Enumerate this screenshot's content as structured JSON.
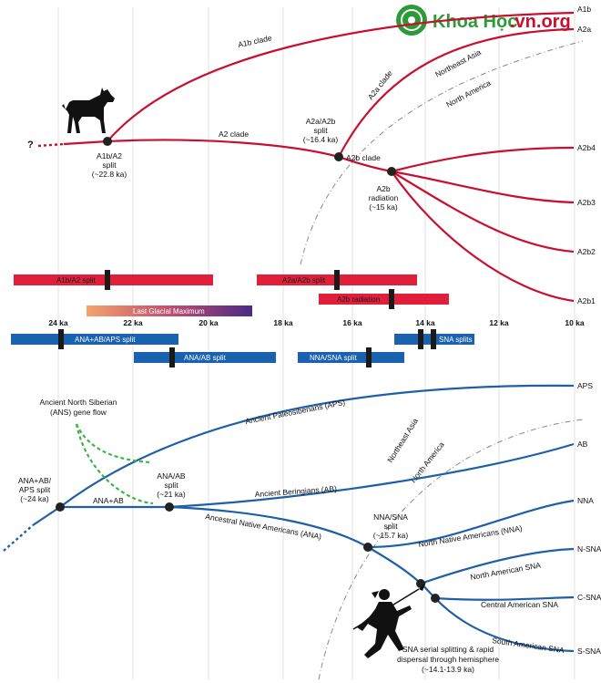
{
  "watermark": {
    "brand": "KhoaHoc",
    "logo_text": "KhoaHoc",
    "suffix": ".vn.org",
    "brand_display": "Khoa Học"
  },
  "timeline": {
    "ticks": [
      "24 ka",
      "22 ka",
      "20 ka",
      "18 ka",
      "16 ka",
      "14 ka",
      "12 ka",
      "10 ka"
    ]
  },
  "dog_tree": {
    "question": "?",
    "nodes": {
      "a1b_a2": "A1b/A2\nsplit\n(~22.8 ka)",
      "a2a_a2b": "A2a/A2b\nsplit\n(~16.4 ka)",
      "a2b_radiation": "A2b\nradiation\n(~15 ka)"
    },
    "clades": {
      "a1b": "A1b clade",
      "a2": "A2 clade",
      "a2a": "A2a clade",
      "a2b": "A2b clade"
    },
    "leaves": [
      "A1b",
      "A2a",
      "A2b4",
      "A2b3",
      "A2b2",
      "A2b1"
    ],
    "regions": {
      "northeast_asia": "Northeast Asia",
      "north_america": "North America"
    }
  },
  "bars_red": {
    "a1b_a2_split": "A1b/A2 split",
    "a2a_a2b_split": "A2a/A2b split",
    "a2b_radiation": "A2b radiation",
    "lgm": "Last Glacial Maximum"
  },
  "bars_blue": {
    "ana_ab_aps_split": "ANA+AB/APS split",
    "ana_ab_split": "ANA/AB split",
    "nna_sna_split": "NNA/SNA split",
    "sna_splits": "SNA splits"
  },
  "human_tree": {
    "ans_gene_flow": "Ancient North Siberian\n(ANS) gene flow",
    "nodes": {
      "ana_ab_aps": "ANA+AB/\nAPS split\n(~24 ka)",
      "ana_ab": "ANA/AB\nsplit\n(~21 ka)",
      "nna_sna": "NNA/SNA\nsplit\n(~15.7 ka)",
      "sna_serial": "SNA serial splitting & rapid\ndispersal through hemisphere\n(~14.1-13.9 ka)"
    },
    "branches": {
      "aps": "Ancient Paleosiberians (APS)",
      "ab": "Ancient Beringians (AB)",
      "ana_ab": "ANA+AB",
      "ana": "Ancestral Native Americans (ANA)",
      "nna": "North Native Americans (NNA)",
      "n_sna": "North American SNA",
      "c_sna": "Central American SNA",
      "s_sna": "South American SNA"
    },
    "leaves": [
      "APS",
      "AB",
      "NNA",
      "N-SNA",
      "C-SNA",
      "S-SNA"
    ],
    "regions": {
      "northeast_asia": "Northeast Asia",
      "north_america": "North America"
    }
  },
  "colors": {
    "dog": "#c8102e",
    "human": "#1f5fa8",
    "gene_flow": "#3cb54a",
    "lgm_start": "#f4a46a",
    "lgm_end": "#5b2a86"
  }
}
